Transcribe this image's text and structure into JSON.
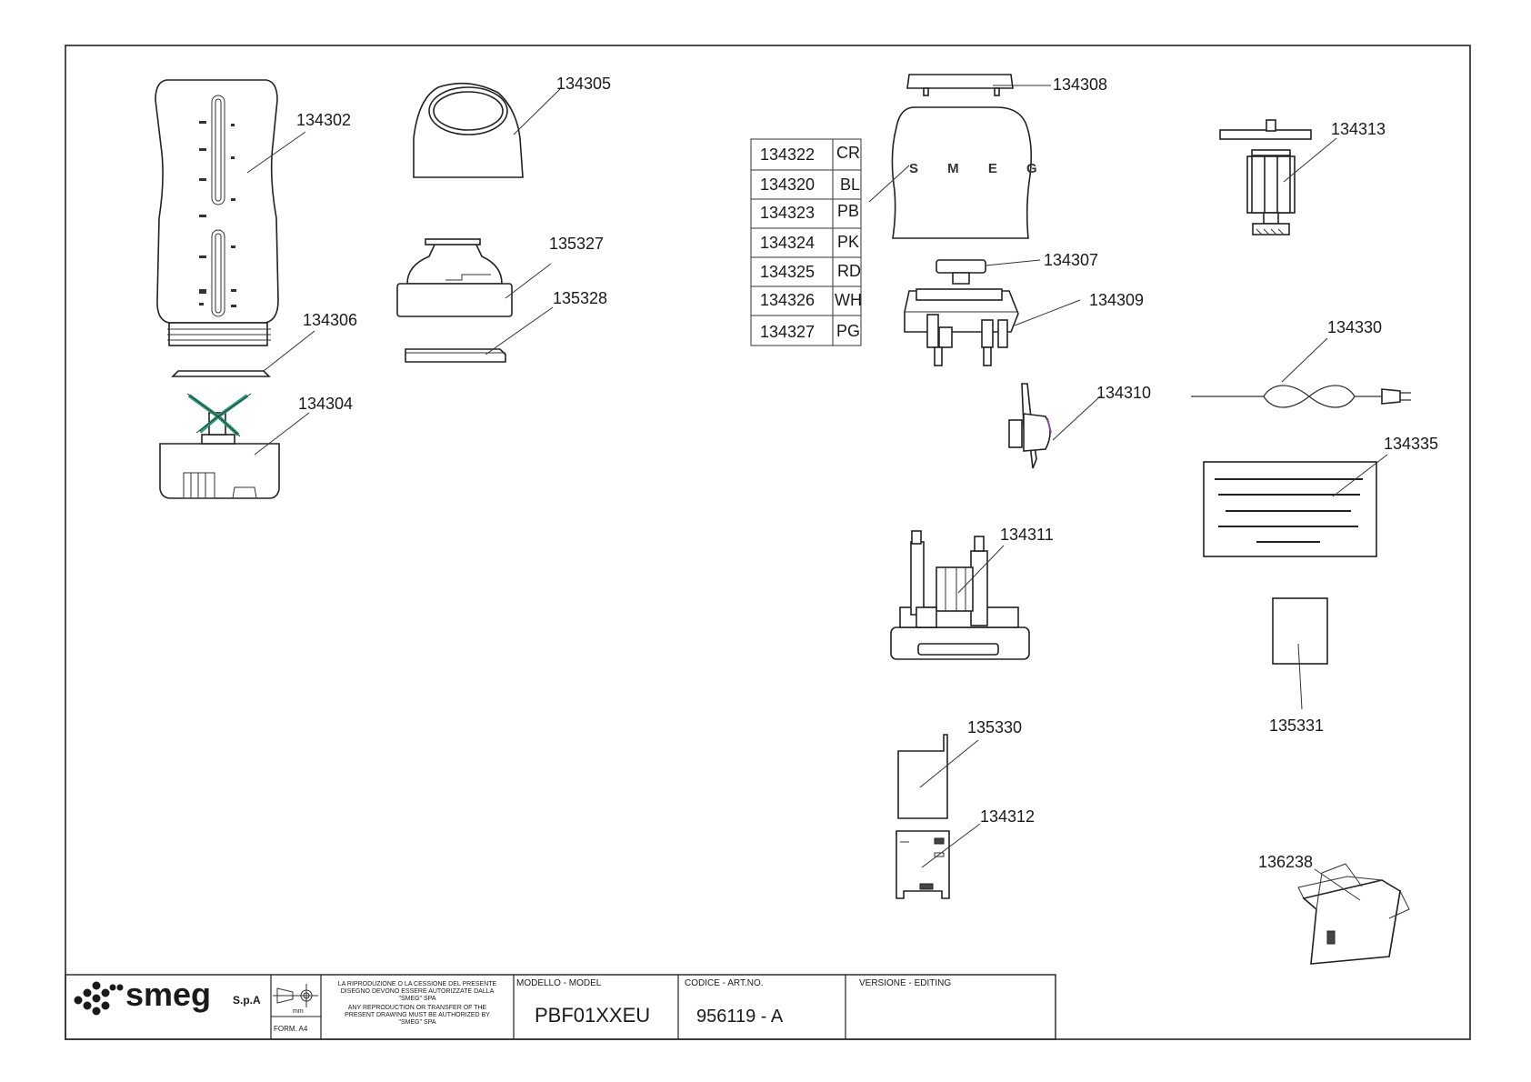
{
  "parts": [
    {
      "id": "p134302",
      "label": "134302"
    },
    {
      "id": "p134305",
      "label": "134305"
    },
    {
      "id": "p134308",
      "label": "134308"
    },
    {
      "id": "p134313",
      "label": "134313"
    },
    {
      "id": "p135327",
      "label": "135327"
    },
    {
      "id": "p135328",
      "label": "135328"
    },
    {
      "id": "p134306",
      "label": "134306"
    },
    {
      "id": "p134304",
      "label": "134304"
    },
    {
      "id": "p134307",
      "label": "134307"
    },
    {
      "id": "p134309",
      "label": "134309"
    },
    {
      "id": "p134330",
      "label": "134330"
    },
    {
      "id": "p134310",
      "label": "134310"
    },
    {
      "id": "p134335",
      "label": "134335"
    },
    {
      "id": "p134311",
      "label": "134311"
    },
    {
      "id": "p135331",
      "label": "135331"
    },
    {
      "id": "p135330",
      "label": "135330"
    },
    {
      "id": "p134312",
      "label": "134312"
    },
    {
      "id": "p136238",
      "label": "136238"
    }
  ],
  "color_table": [
    {
      "code": "134322",
      "color": "CR"
    },
    {
      "code": "134320",
      "color": "BL"
    },
    {
      "code": "134323",
      "color": "PB"
    },
    {
      "code": "134324",
      "color": "PK"
    },
    {
      "code": "134325",
      "color": "RD"
    },
    {
      "code": "134326",
      "color": "WH"
    },
    {
      "code": "134327",
      "color": "PG"
    }
  ],
  "housing_logo": "S M E G",
  "title_block": {
    "brand": "smeg",
    "company": "S.p.A",
    "unit": "mm",
    "format": "FORM. A4",
    "notice_it": [
      "LA RIPRODUZIONE O LA CESSIONE DEL PRESENTE",
      "DISEGNO DEVONO ESSERE AUTORIZZATE DALLA",
      "\"SMEG\" SPA"
    ],
    "notice_en": [
      "ANY REPRODUCTION OR TRANSFER OF THE",
      "PRESENT DRAWING MUST BE AUTHORIZED BY",
      "\"SMEG\" SPA"
    ],
    "model_label": "MODELLO - MODEL",
    "model_value": "PBF01XXEU",
    "code_label": "CODICE - ART.NO.",
    "code_value": "956119 - A",
    "version_label": "VERSIONE - EDITING",
    "version_value": ""
  },
  "colors": {
    "line": "#222222",
    "accent_blade": "#2a9d74",
    "accent_switch": "#8a4a9a"
  }
}
